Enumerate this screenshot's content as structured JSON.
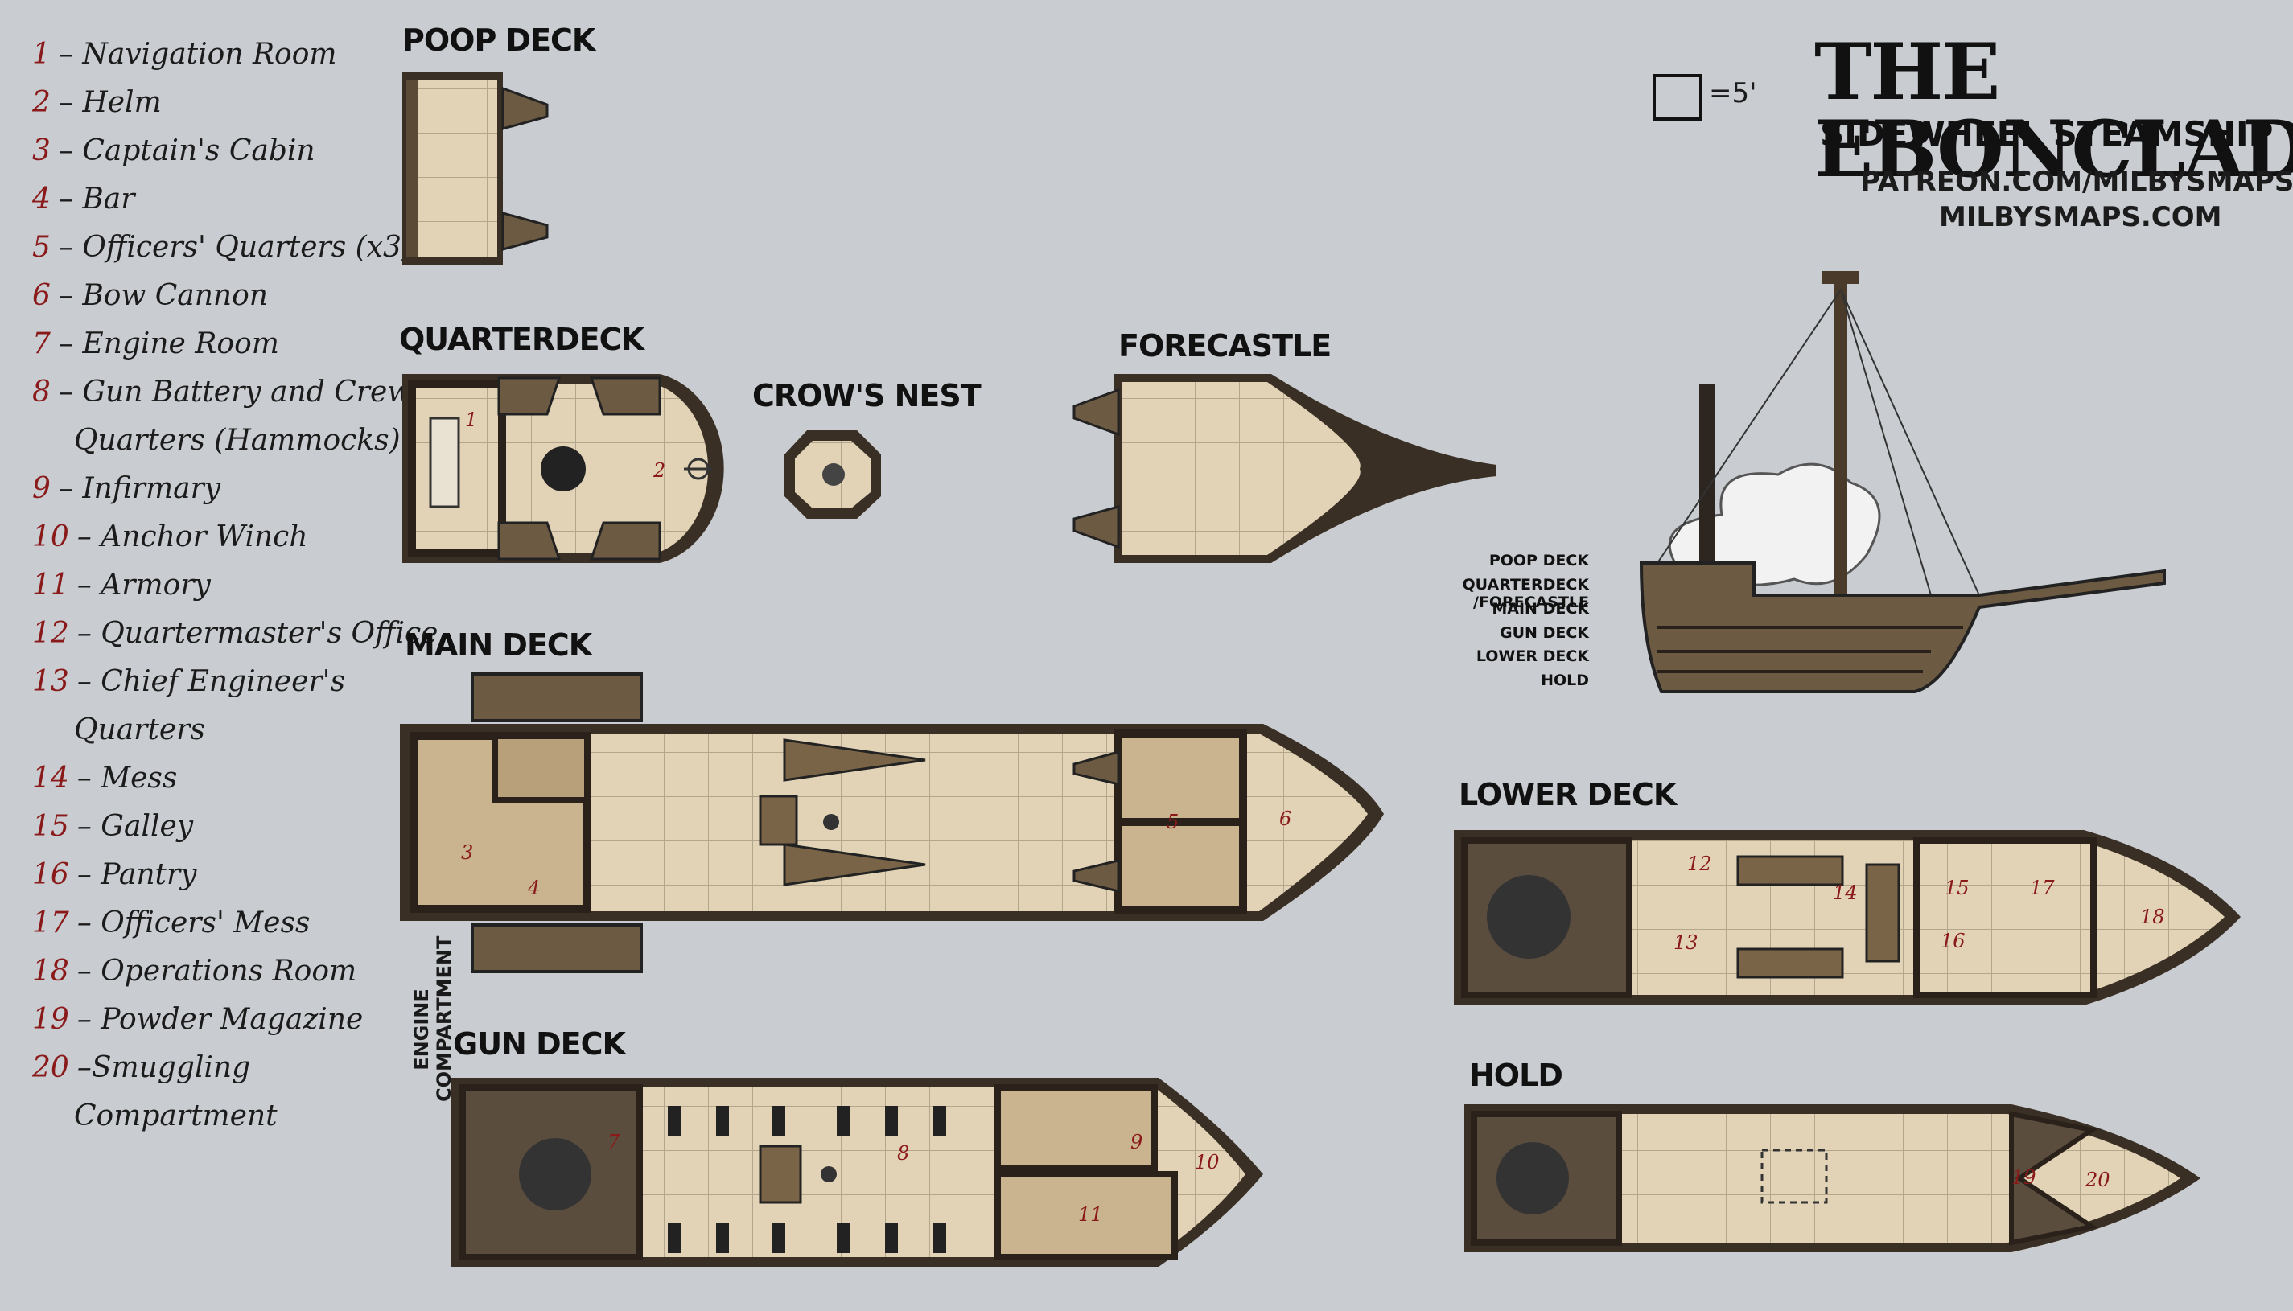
{
  "title": "THE EBONCLAD",
  "subtitle": "SIDEWHEEL STEAMSHIP",
  "links": [
    "PATREON.COM/MILBYSMAPS",
    "MILBYSMAPS.COM"
  ],
  "scale": {
    "text": "=5'"
  },
  "legend": [
    {
      "num": "1",
      "text": "– Navigation Room"
    },
    {
      "num": "2",
      "text": "– Helm"
    },
    {
      "num": "3",
      "text": "– Captain's Cabin"
    },
    {
      "num": "4",
      "text": "– Bar"
    },
    {
      "num": "5",
      "text": "– Officers' Quarters (x3)"
    },
    {
      "num": "6",
      "text": "– Bow Cannon"
    },
    {
      "num": "7",
      "text": "– Engine Room"
    },
    {
      "num": "8",
      "text": "– Gun Battery and Crew",
      "cont": "Quarters (Hammocks)"
    },
    {
      "num": "9",
      "text": "– Infirmary"
    },
    {
      "num": "10",
      "text": "– Anchor Winch"
    },
    {
      "num": "11",
      "text": "– Armory"
    },
    {
      "num": "12",
      "text": "– Quartermaster's Office"
    },
    {
      "num": "13",
      "text": "– Chief Engineer's",
      "cont": "Quarters"
    },
    {
      "num": "14",
      "text": "– Mess"
    },
    {
      "num": "15",
      "text": "– Galley"
    },
    {
      "num": "16",
      "text": "– Pantry"
    },
    {
      "num": "17",
      "text": "– Officers' Mess"
    },
    {
      "num": "18",
      "text": "– Operations Room"
    },
    {
      "num": "19",
      "text": "– Powder Magazine"
    },
    {
      "num": "20",
      "text": "–Smuggling",
      "cont": "Compartment"
    }
  ],
  "decks": {
    "poop": "POOP DECK",
    "quarter": "QUARTERDECK",
    "crows": "CROW'S NEST",
    "forecastle": "FORECASTLE",
    "main": "MAIN DECK",
    "lower": "LOWER DECK",
    "gun": "GUN DECK",
    "hold": "HOLD"
  },
  "engine_compartment": [
    "ENGINE",
    "COMPARTMENT"
  ],
  "side_view_labels": [
    "POOP DECK",
    "QUARTERDECK /FORECASTLE",
    "MAIN DECK",
    "GUN DECK",
    "LOWER DECK",
    "HOLD"
  ],
  "room_numbers": [
    "1",
    "2",
    "3",
    "4",
    "5",
    "6",
    "7",
    "8",
    "9",
    "10",
    "11",
    "12",
    "13",
    "14",
    "15",
    "16",
    "17",
    "18",
    "19",
    "20"
  ]
}
